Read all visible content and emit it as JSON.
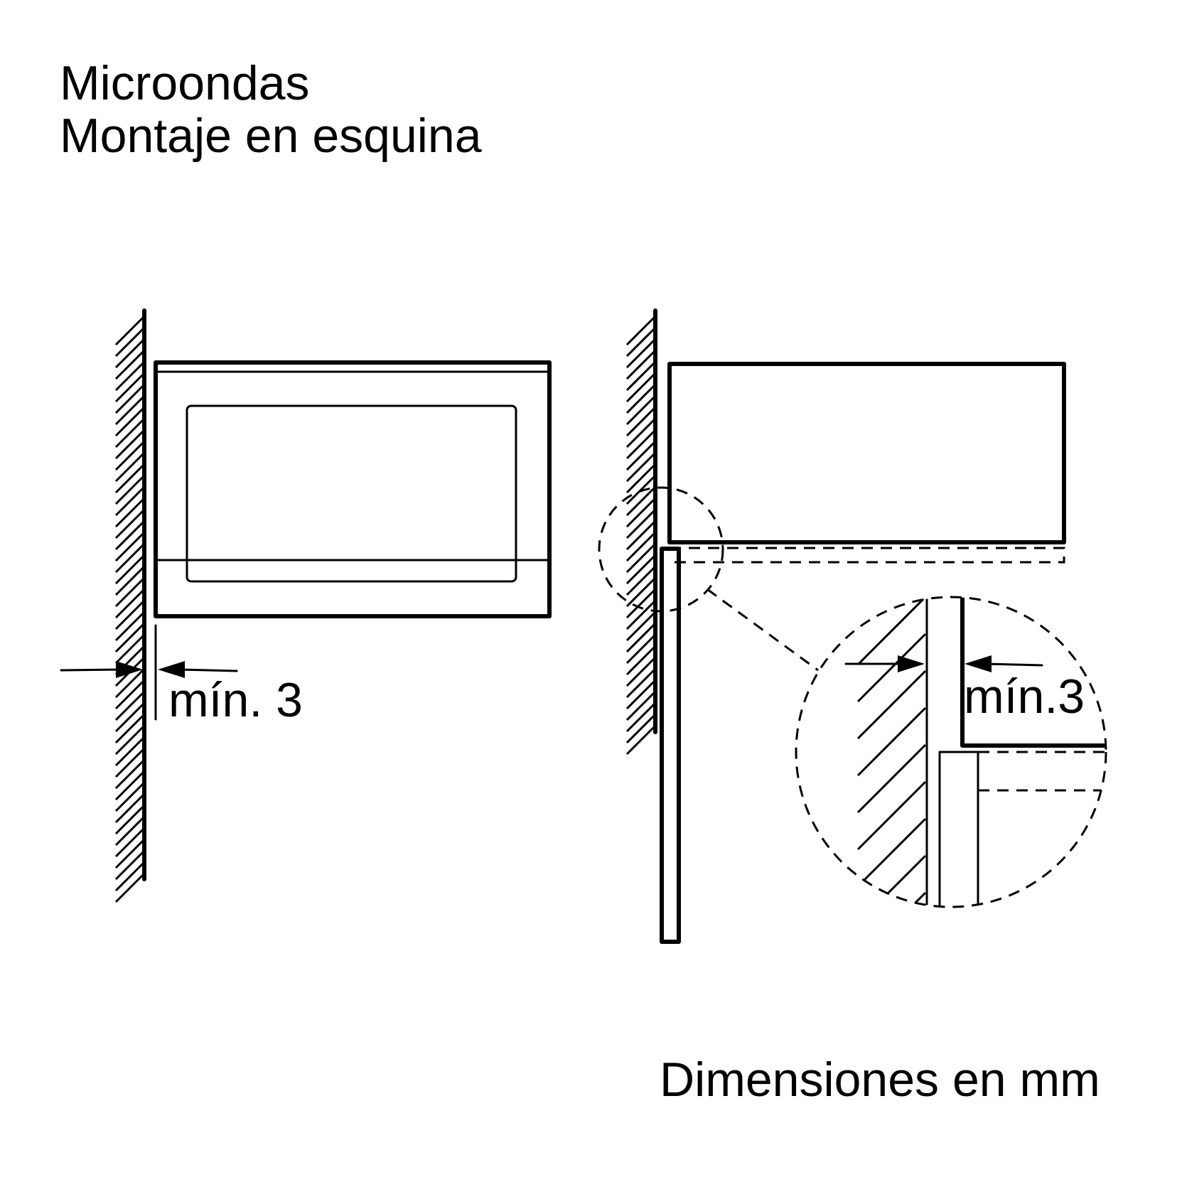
{
  "title": {
    "line1": "Microondas",
    "line2": "Montaje en esquina"
  },
  "left_view": {
    "gap_label": "mín. 3"
  },
  "right_view": {
    "gap_label": "mín.3"
  },
  "footer": {
    "units_note": "Dimensiones en mm"
  },
  "colors": {
    "ink": "#000000",
    "background": "#ffffff"
  }
}
